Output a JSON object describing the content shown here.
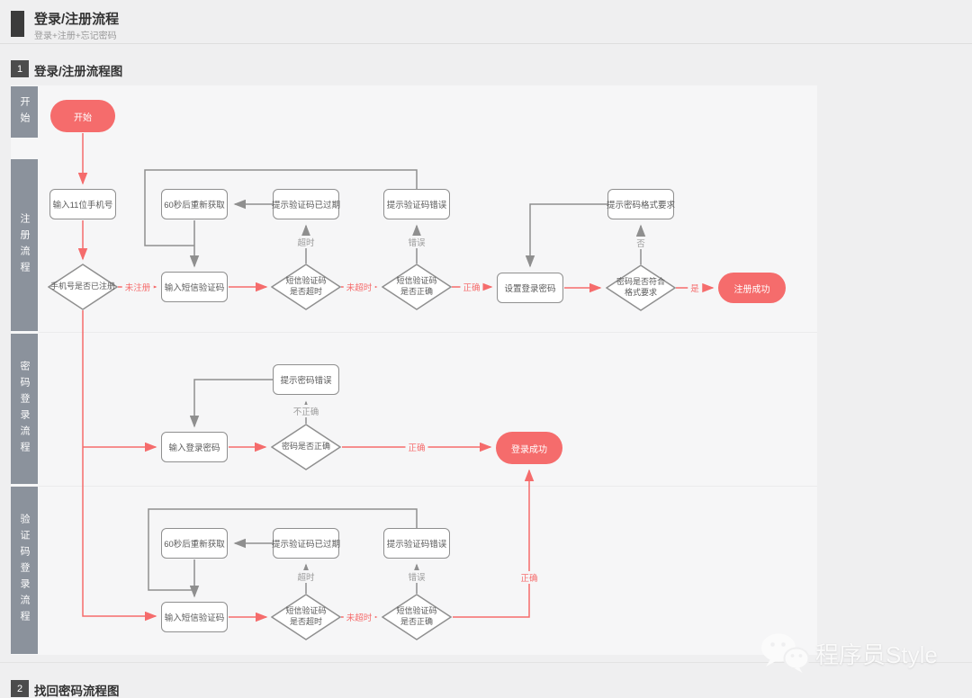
{
  "header": {
    "title": "登录/注册流程",
    "subtitle": "登录+注册+忘记密码"
  },
  "section1": {
    "number": "1",
    "title": "登录/注册流程图"
  },
  "section2": {
    "number": "2",
    "title": "找回密码流程图"
  },
  "lanes": {
    "lane1": "开始",
    "lane2": "注册流程",
    "lane3": "密码登录流程",
    "lane4": "验证码登录流程"
  },
  "nodes": {
    "start": "开始",
    "enter_phone": "输入11位手机号",
    "phone_registered": "手机号是否已注册",
    "resend_60s_reg": "60秒后重新获取",
    "code_expired_reg": "提示验证码已过期",
    "code_error_reg": "提示验证码错误",
    "pwd_format_prompt": "提示密码格式要求",
    "enter_sms_reg": "输入短信验证码",
    "sms_timeout_reg": "短信验证码\n是否超时",
    "sms_correct_reg": "短信验证码\n是否正确",
    "set_password": "设置登录密码",
    "pwd_format_check": "密码是否符合\n格式要求",
    "register_success": "注册成功",
    "pwd_error_prompt": "提示密码错误",
    "enter_login_pwd": "输入登录密码",
    "pwd_correct": "密码是否正确",
    "login_success": "登录成功",
    "resend_60s_ver": "60秒后重新获取",
    "code_expired_ver": "提示验证码已过期",
    "code_error_ver": "提示验证码错误",
    "enter_sms_ver": "输入短信验证码",
    "sms_timeout_ver": "短信验证码\n是否超时",
    "sms_correct_ver": "短信验证码\n是否正确"
  },
  "edge_labels": {
    "not_registered": "未注册",
    "timeout_reg": "超时",
    "error_reg": "错误",
    "not_timeout_reg": "未超时",
    "correct_reg": "正确",
    "no": "否",
    "yes": "是",
    "incorrect": "不正确",
    "correct_pwd": "正确",
    "timeout_ver": "超时",
    "error_ver": "错误",
    "not_timeout_ver": "未超时",
    "correct_ver": "正确"
  },
  "edges": [
    {
      "from": "start",
      "to": "enter_phone"
    },
    {
      "from": "enter_phone",
      "to": "phone_registered"
    },
    {
      "from": "phone_registered",
      "to": "enter_sms_reg",
      "label": "未注册"
    },
    {
      "from": "resend_60s_reg",
      "to": "enter_sms_reg"
    },
    {
      "from": "code_expired_reg",
      "to": "resend_60s_reg"
    },
    {
      "from": "code_error_reg",
      "to": "enter_sms_reg"
    },
    {
      "from": "enter_sms_reg",
      "to": "sms_timeout_reg"
    },
    {
      "from": "sms_timeout_reg",
      "to": "code_expired_reg",
      "label": "超时"
    },
    {
      "from": "sms_timeout_reg",
      "to": "sms_correct_reg",
      "label": "未超时"
    },
    {
      "from": "sms_correct_reg",
      "to": "code_error_reg",
      "label": "错误"
    },
    {
      "from": "sms_correct_reg",
      "to": "set_password",
      "label": "正确"
    },
    {
      "from": "set_password",
      "to": "pwd_format_check"
    },
    {
      "from": "pwd_format_check",
      "to": "pwd_format_prompt",
      "label": "否"
    },
    {
      "from": "pwd_format_prompt",
      "to": "set_password"
    },
    {
      "from": "pwd_format_check",
      "to": "register_success",
      "label": "是"
    },
    {
      "from": "phone_registered",
      "to": "enter_login_pwd"
    },
    {
      "from": "phone_registered",
      "to": "enter_sms_ver"
    },
    {
      "from": "enter_login_pwd",
      "to": "pwd_correct"
    },
    {
      "from": "pwd_correct",
      "to": "pwd_error_prompt",
      "label": "不正确"
    },
    {
      "from": "pwd_error_prompt",
      "to": "enter_login_pwd"
    },
    {
      "from": "pwd_correct",
      "to": "login_success",
      "label": "正确"
    },
    {
      "from": "resend_60s_ver",
      "to": "enter_sms_ver"
    },
    {
      "from": "code_expired_ver",
      "to": "resend_60s_ver"
    },
    {
      "from": "code_error_ver",
      "to": "enter_sms_ver"
    },
    {
      "from": "enter_sms_ver",
      "to": "sms_timeout_ver"
    },
    {
      "from": "sms_timeout_ver",
      "to": "code_expired_ver",
      "label": "超时"
    },
    {
      "from": "sms_timeout_ver",
      "to": "sms_correct_ver",
      "label": "未超时"
    },
    {
      "from": "sms_correct_ver",
      "to": "code_error_ver",
      "label": "错误"
    },
    {
      "from": "sms_correct_ver",
      "to": "login_success",
      "label": "正确"
    }
  ],
  "watermark": {
    "text": "程序员Style"
  },
  "colors": {
    "accent": "#f56c6c",
    "lane_bar": "#8b929c",
    "line_gray": "#8f8f8f",
    "page_bg": "#efeff0",
    "canvas_bg": "#f6f6f7"
  }
}
